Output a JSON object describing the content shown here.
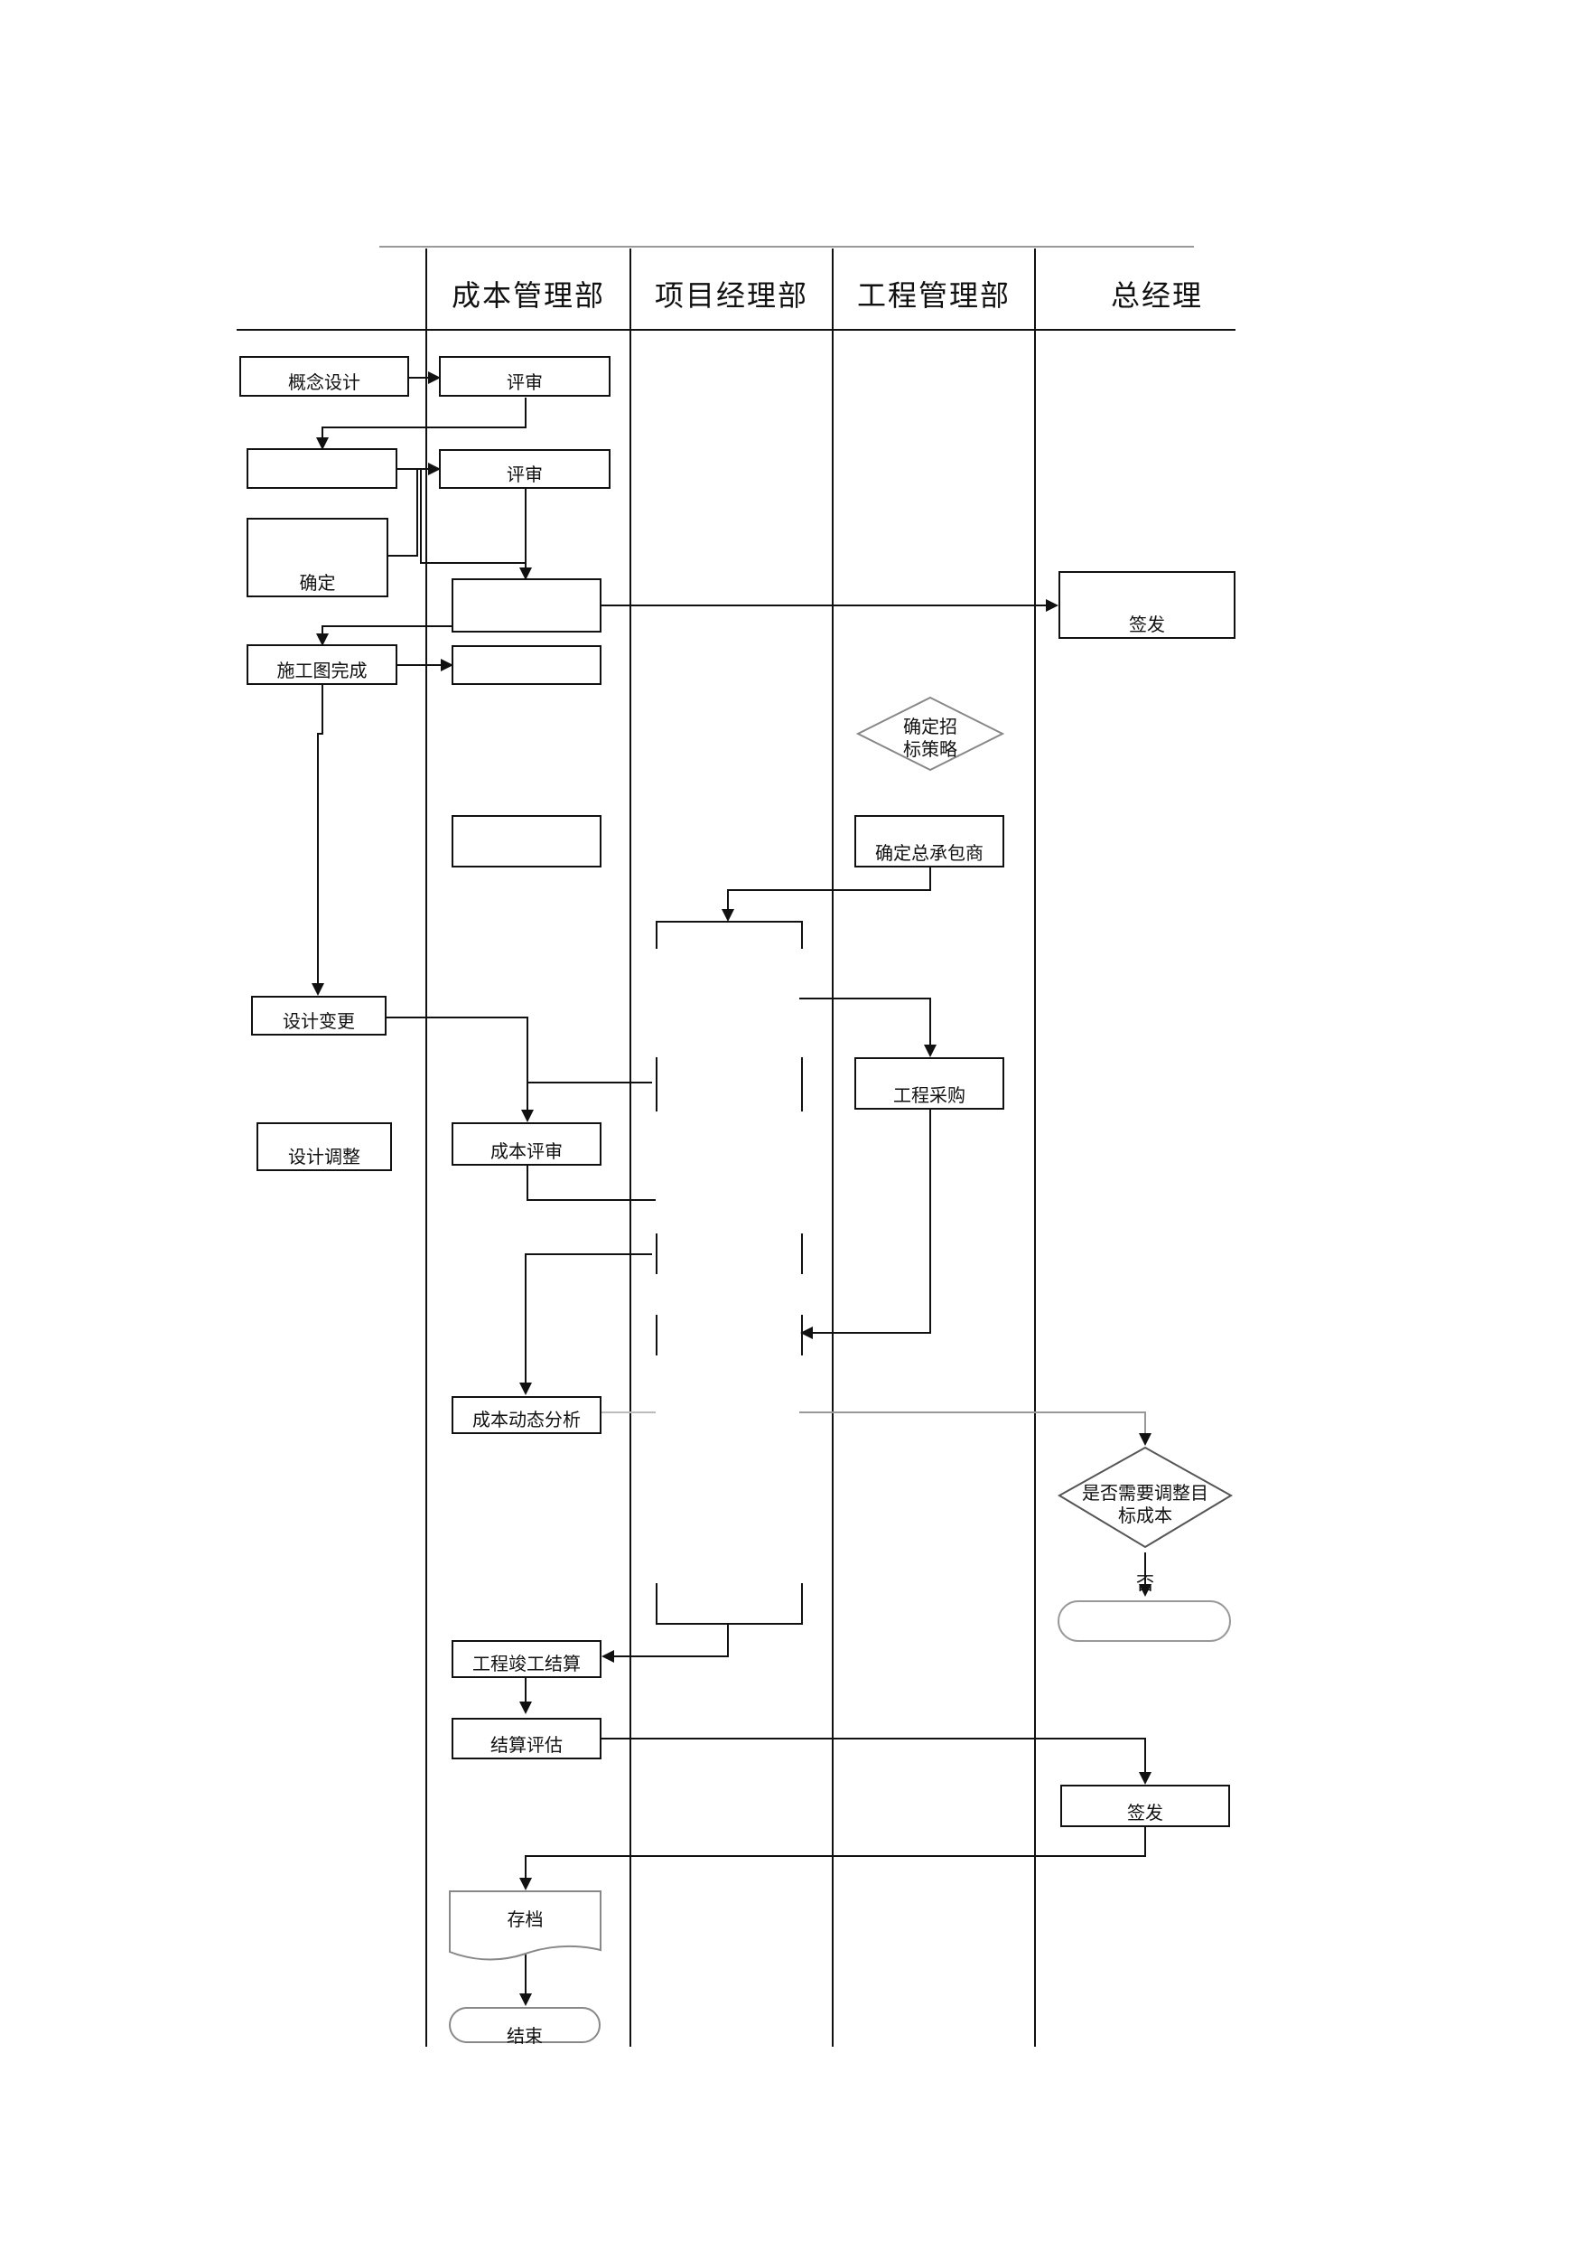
{
  "lanes": [
    "成本管理部",
    "项目经理部",
    "工程管理部",
    "总经理"
  ],
  "nodes": {
    "concept_design": "概念设计",
    "review_1": "评审",
    "review_2": "评审",
    "confirm": "确定",
    "sign_1": "签发",
    "construction_drawing": "施工图完成",
    "tender_strategy": "确定招\n标策略",
    "general_contractor": "确定总承包商",
    "design_change": "设计变更",
    "procurement": "工程采购",
    "design_adjust": "设计调整",
    "cost_review": "成本评审",
    "cost_dynamic": "成本动态分析",
    "adjust_target": "是否需要调整目\n标成本",
    "no_label": "否",
    "completion_settlement": "工程竣工结算",
    "settlement_eval": "结算评估",
    "sign_2": "签发",
    "archive": "存档",
    "end": "结束"
  }
}
